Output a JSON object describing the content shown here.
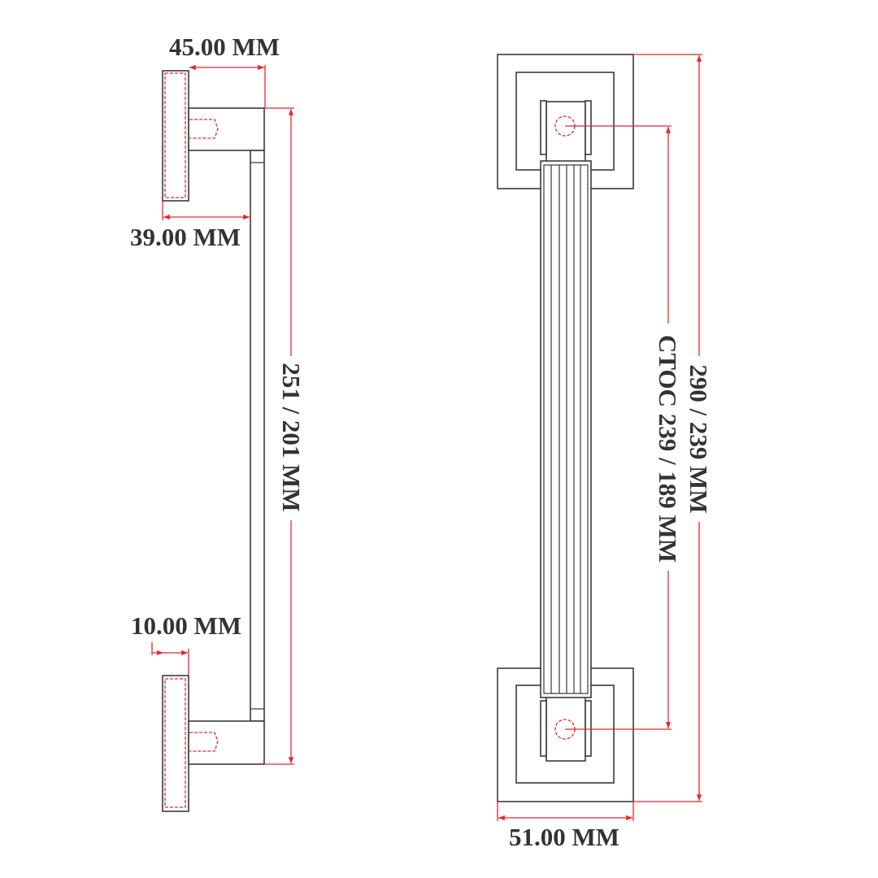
{
  "side_view": {
    "width_label": "45.00 MM",
    "base_depth_label": "39.00 MM",
    "length_label": "251 / 201 MM",
    "plate_thickness_label": "10.00 MM"
  },
  "front_view": {
    "center_to_center_label": "CTOC 239 / 189 MM",
    "overall_length_label": "290 / 239 MM",
    "base_width_label": "51.00 MM"
  },
  "colors": {
    "outline": "#3a3a3a",
    "dimension": "#e8262b",
    "text": "#333333"
  }
}
